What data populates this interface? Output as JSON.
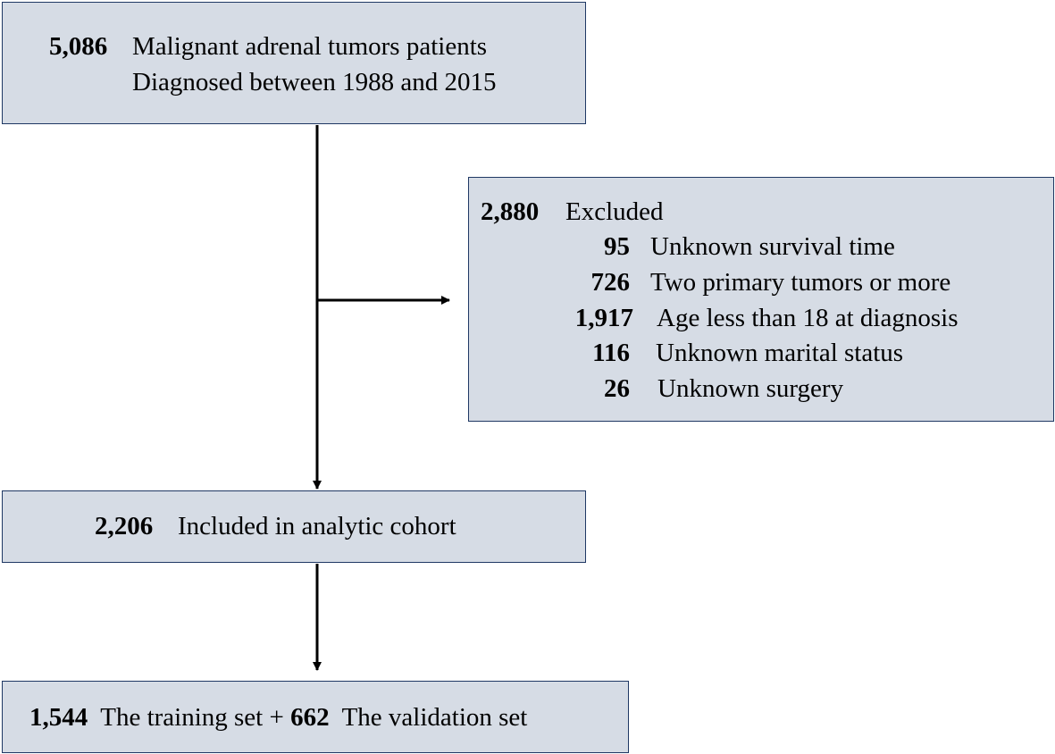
{
  "top": {
    "count": "5,086",
    "line1": "Malignant adrenal tumors patients",
    "line2": "Diagnosed between 1988 and 2015"
  },
  "excluded": {
    "count": "2,880",
    "label": "Excluded",
    "items": [
      {
        "count": "95",
        "label": "Unknown survival time"
      },
      {
        "count": "726",
        "label": "Two primary tumors or more"
      },
      {
        "count": "1,917",
        "label": "Age less than 18 at diagnosis"
      },
      {
        "count": "116",
        "label": "Unknown marital status"
      },
      {
        "count": "26",
        "label": "Unknown surgery"
      }
    ]
  },
  "cohort": {
    "count": "2,206",
    "label": "Included in analytic cohort"
  },
  "split": {
    "training_count": "1,544",
    "training_label": "The training set",
    "plus": "+",
    "validation_count": "662",
    "validation_label": "The validation set"
  },
  "colors": {
    "box_fill": "#d6dce5",
    "box_border": "#1f3864",
    "arrow": "#000000"
  }
}
